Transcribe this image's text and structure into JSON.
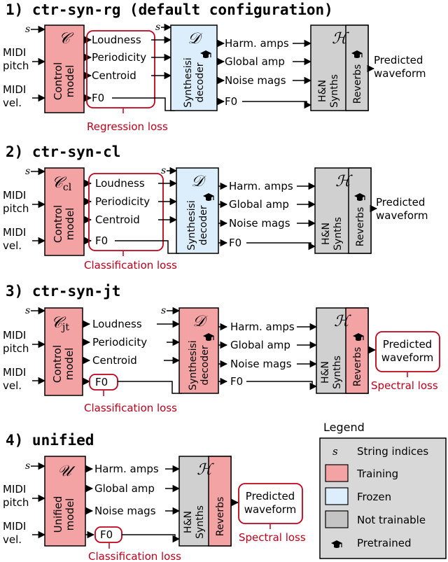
{
  "sections": [
    {
      "title": "1) ctr-syn-rg (default configuration)",
      "control_glyph": "𝒞",
      "control_sub": "",
      "control_label": [
        "Control",
        "model"
      ],
      "features": [
        "Loudness",
        "Periodicity",
        "Centroid",
        "F0"
      ],
      "decoder_glyph": "𝒟",
      "decoder_label": [
        "Synthesisi",
        "decoder"
      ],
      "outputs": [
        "Harm. amps",
        "Global amp",
        "Noise mags",
        "F0"
      ],
      "synth_glyph": "ℋ",
      "synth_label": [
        "H&N",
        "Synths"
      ],
      "reverb_label": "Reverbs",
      "predicted": [
        "Predicted",
        "waveform"
      ],
      "loss": "Regression loss"
    },
    {
      "title": "2) ctr-syn-cl",
      "control_glyph": "𝒞",
      "control_sub": "cl",
      "control_label": [
        "Control",
        "model"
      ],
      "features": [
        "Loudness",
        "Periodicity",
        "Centroid",
        "F0"
      ],
      "decoder_glyph": "𝒟",
      "decoder_label": [
        "Synthesisi",
        "decoder"
      ],
      "outputs": [
        "Harm. amps",
        "Global amp",
        "Noise mags",
        "F0"
      ],
      "synth_glyph": "ℋ",
      "synth_label": [
        "H&N",
        "Synths"
      ],
      "reverb_label": "Reverbs",
      "predicted": [
        "Predicted",
        "waveform"
      ],
      "loss": "Classification loss"
    },
    {
      "title": "3) ctr-syn-jt",
      "control_glyph": "𝒞",
      "control_sub": "jt",
      "control_label": [
        "Control",
        "model"
      ],
      "features": [
        "Loudness",
        "Periodicity",
        "Centroid",
        "F0"
      ],
      "decoder_glyph": "𝒟",
      "decoder_label": [
        "Synthesisi",
        "decoder"
      ],
      "outputs": [
        "Harm. amps",
        "Global amp",
        "Noise mags",
        "F0"
      ],
      "synth_glyph": "ℋ",
      "synth_label": [
        "H&N",
        "Synths"
      ],
      "reverb_label": "Reverbs",
      "predicted": [
        "Predicted",
        "waveform"
      ],
      "loss": "Classification loss",
      "loss2": "Spectral loss"
    },
    {
      "title": "4) unified",
      "control_glyph": "𝒰",
      "control_label": [
        "Unified",
        "model"
      ],
      "outputs": [
        "Harm. amps",
        "Global amp",
        "Noise mags",
        "F0"
      ],
      "synth_glyph": "ℋ",
      "synth_label": [
        "H&N",
        "Synths"
      ],
      "reverb_label": "Reverbs",
      "predicted": [
        "Predicted",
        "waveform"
      ],
      "loss": "Classification loss",
      "loss2": "Spectral loss"
    }
  ],
  "inputs": {
    "s": "s",
    "pitch": [
      "MIDI",
      "pitch"
    ],
    "vel": [
      "MIDI",
      "vel."
    ]
  },
  "legend": {
    "title": "Legend",
    "items": [
      {
        "glyph": "s",
        "label": "String indices"
      },
      {
        "label": "Training",
        "color": "#f4a3a5"
      },
      {
        "label": "Frozen",
        "color": "#dceefb"
      },
      {
        "label": "Not trainable",
        "color": "#d0d0d0"
      },
      {
        "label": "Pretrained"
      }
    ]
  },
  "colors": {
    "training": "#f4a3a5",
    "frozen": "#dceefb",
    "not_trainable": "#d0d0d0",
    "loss": "#c0001a"
  }
}
